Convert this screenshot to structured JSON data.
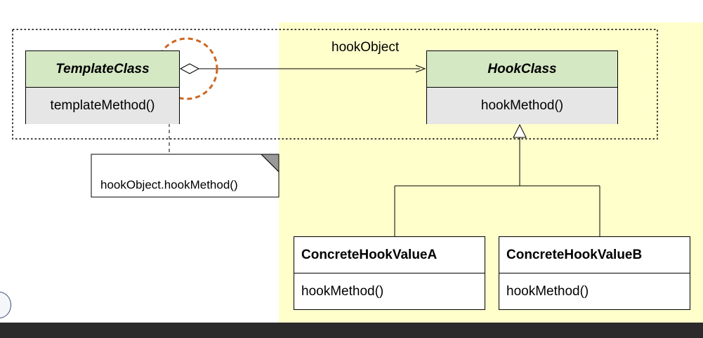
{
  "diagram": {
    "association_label": "hookObject",
    "note_text": "hookObject.hookMethod()",
    "classes": [
      {
        "id": "template",
        "name": "TemplateClass",
        "method": "templateMethod()"
      },
      {
        "id": "hook",
        "name": "HookClass",
        "method": "hookMethod()"
      },
      {
        "id": "concrete-a",
        "name": "ConcreteHookValueA",
        "method": "hookMethod()"
      },
      {
        "id": "concrete-b",
        "name": "ConcreteHookValueB",
        "method": "hookMethod()"
      }
    ]
  },
  "colors": {
    "abstract_header": "#d5e8c4",
    "method_compartment": "#e6e6e6",
    "highlight_background": "#ffffcc",
    "focus_circle": "#cc6622"
  }
}
